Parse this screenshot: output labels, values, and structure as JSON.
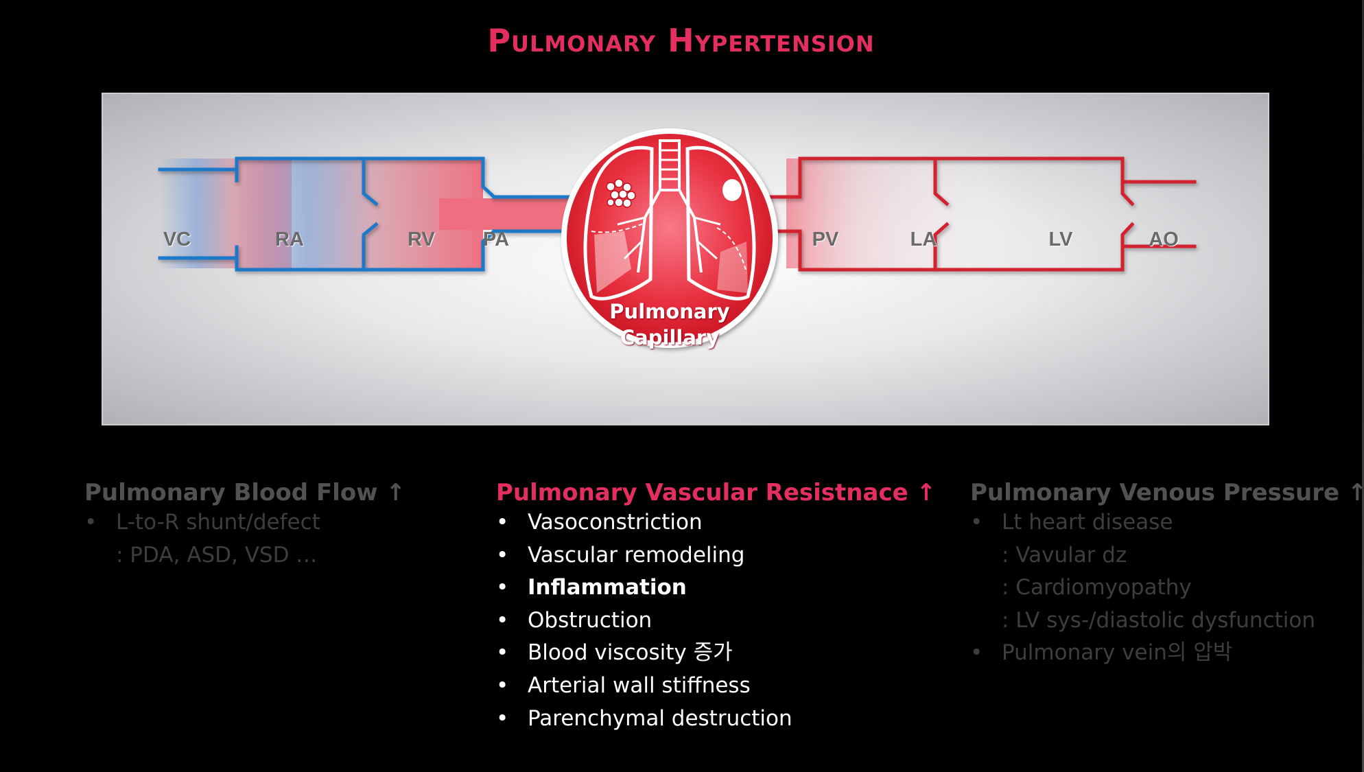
{
  "title": "Pulmonary Hypertension",
  "colors": {
    "accent": "#e52e60",
    "venous_blue": "#1e78c8",
    "arterial_red": "#d2232e",
    "muted_text": "#3e3e3e"
  },
  "diagram": {
    "chambers": {
      "vc": "VC",
      "ra": "RA",
      "rv": "RV",
      "pa": "PA",
      "pv": "PV",
      "la": "LA",
      "lv": "LV",
      "ao": "AO"
    },
    "capillary": {
      "line1": "Pulmonary",
      "line2": "Capillary"
    }
  },
  "columns": {
    "left": {
      "heading": "Pulmonary Blood Flow ↑",
      "items": [
        {
          "bullet": "•",
          "text": "L-to-R shunt/defect"
        },
        {
          "bullet": "",
          "text": ": PDA, ASD, VSD …"
        }
      ]
    },
    "middle": {
      "heading": "Pulmonary Vascular Resistnace ↑",
      "items": [
        {
          "bullet": "•",
          "text": "Vasoconstriction"
        },
        {
          "bullet": "•",
          "text": "Vascular  remodeling"
        },
        {
          "bullet": "•",
          "text": "Inflammation"
        },
        {
          "bullet": "•",
          "text": "Obstruction"
        },
        {
          "bullet": "•",
          "text": "Blood viscosity 증가"
        },
        {
          "bullet": "•",
          "text": "Arterial wall stiffness"
        },
        {
          "bullet": "•",
          "text": "Parenchymal destruction"
        }
      ]
    },
    "right": {
      "heading": "Pulmonary Venous Pressure ↑",
      "items": [
        {
          "bullet": "•",
          "text": "Lt heart disease"
        },
        {
          "bullet": "",
          "text": ": Vavular  dz"
        },
        {
          "bullet": "",
          "text": ": Cardiomyopathy"
        },
        {
          "bullet": "",
          "text": ": LV sys-/diastolic dysfunction"
        },
        {
          "bullet": "•",
          "text": "Pulmonary vein의 압박"
        }
      ]
    }
  }
}
